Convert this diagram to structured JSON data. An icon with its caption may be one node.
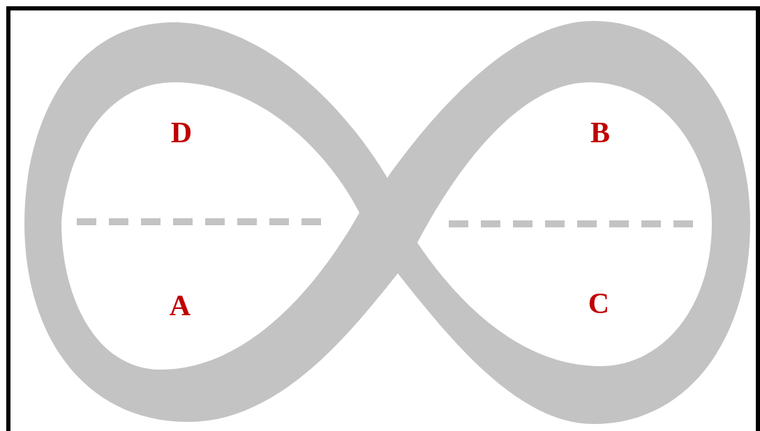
{
  "diagram": {
    "labels": [
      "D",
      "B",
      "A",
      "C"
    ]
  }
}
